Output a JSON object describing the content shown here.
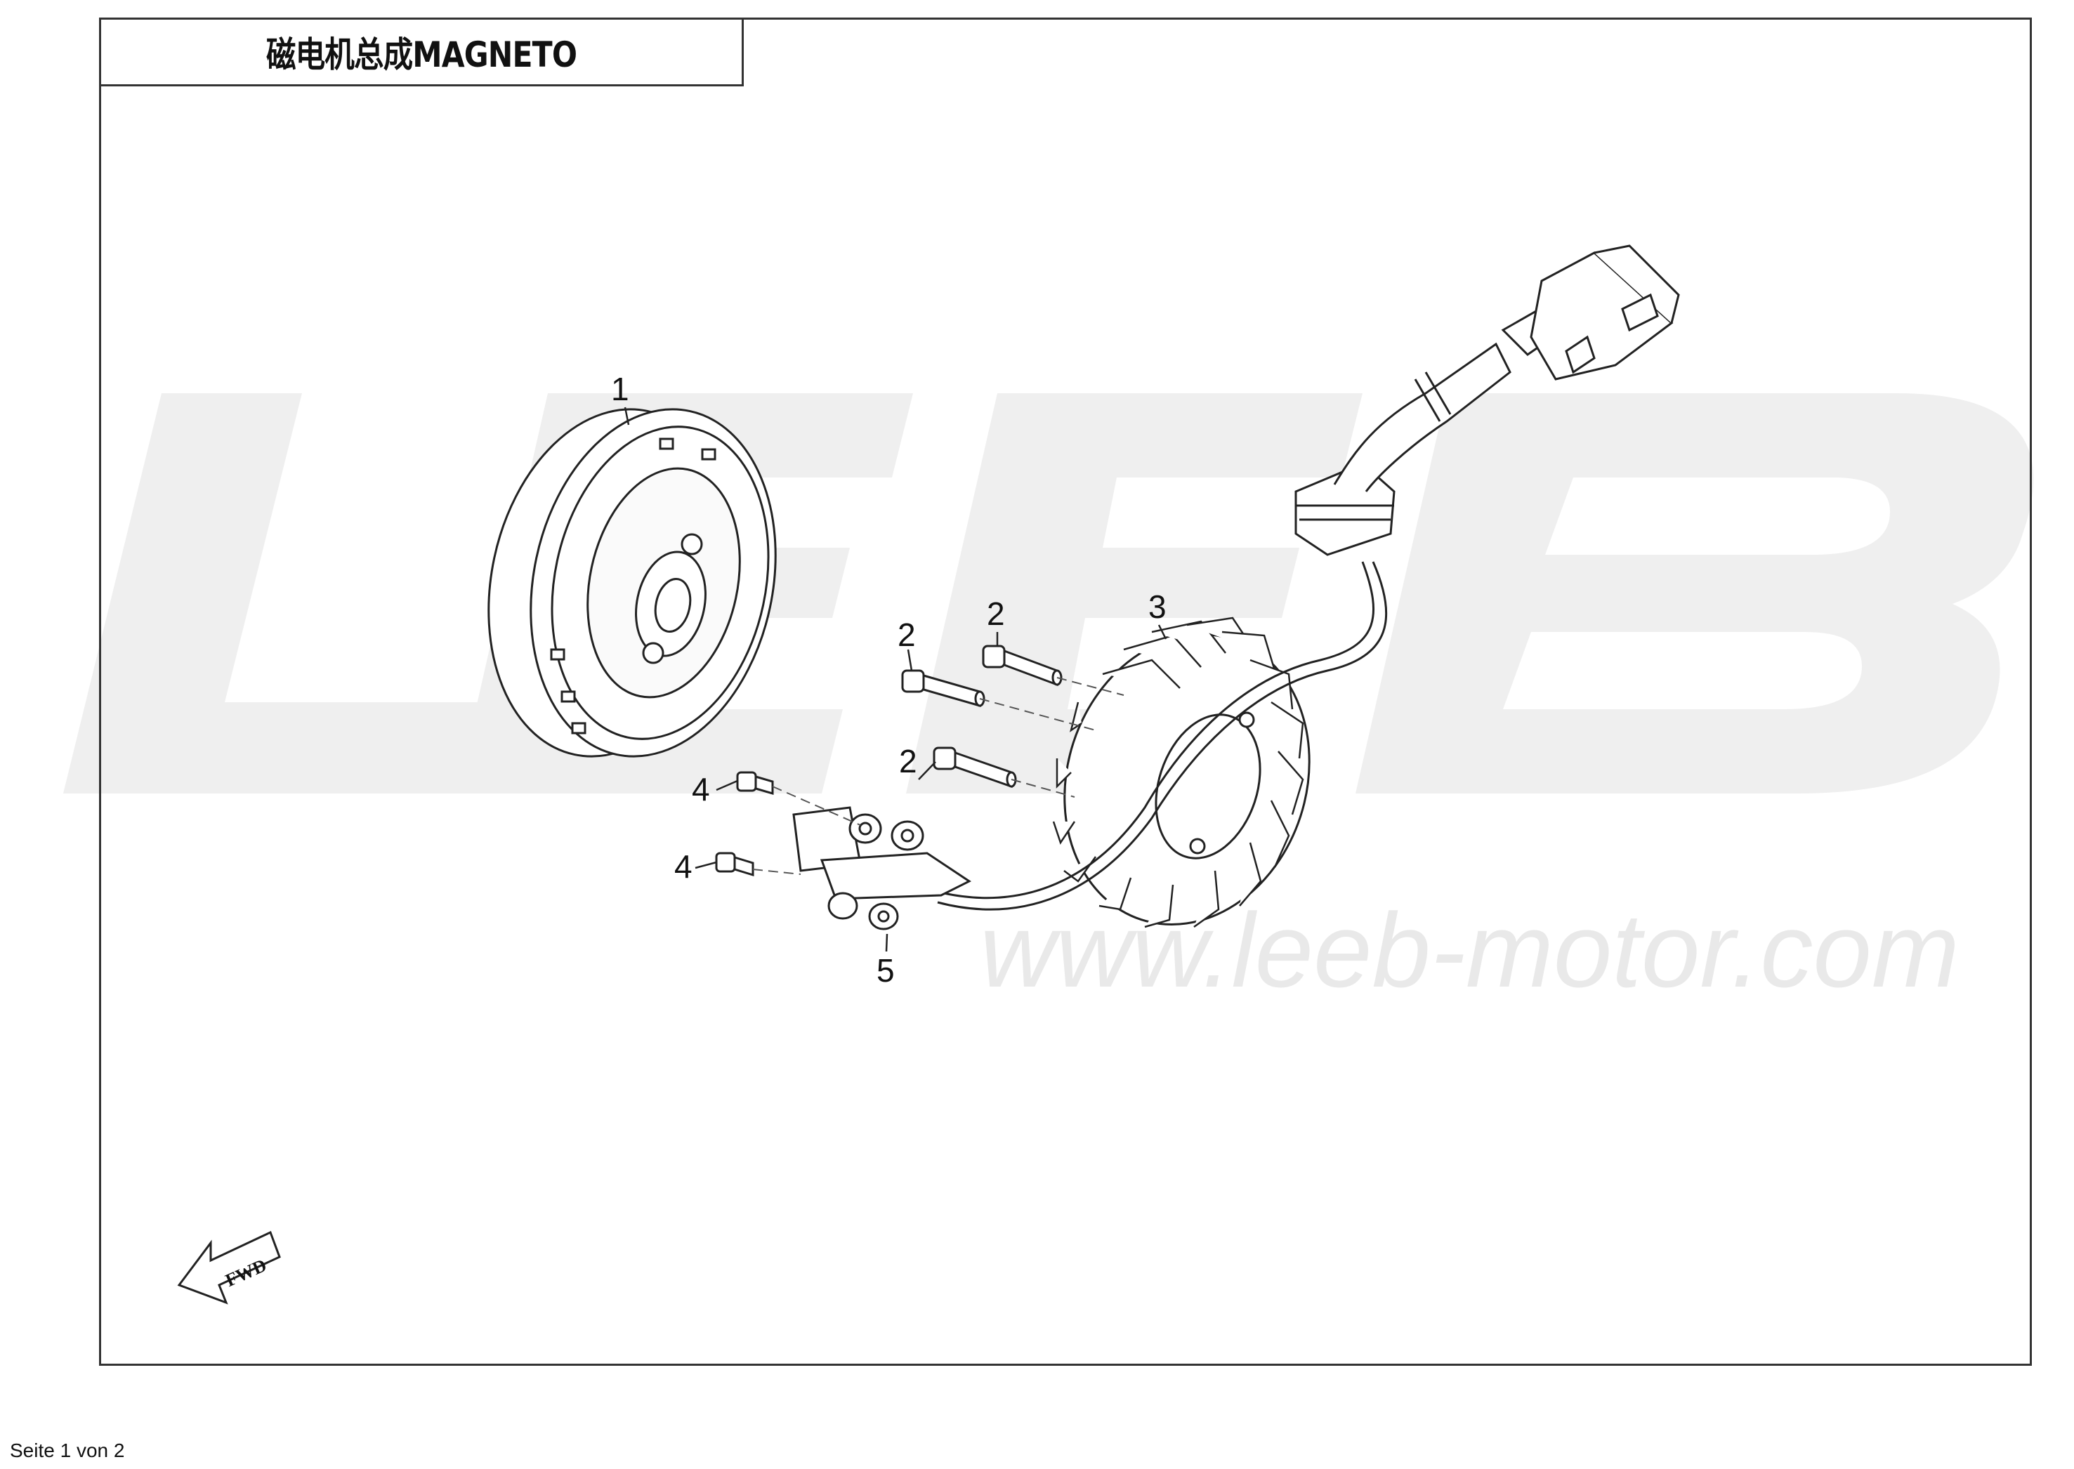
{
  "title": "磁电机总成MAGNETO",
  "watermark": {
    "brand": "LEEB",
    "url": "www.leeb-motor.com"
  },
  "callouts": [
    {
      "label": "1"
    },
    {
      "label": "2"
    },
    {
      "label": "2"
    },
    {
      "label": "2"
    },
    {
      "label": "3"
    },
    {
      "label": "4"
    },
    {
      "label": "4"
    },
    {
      "label": "5"
    }
  ],
  "direction_marker": "FWD",
  "footer": "Seite 1 von 2"
}
